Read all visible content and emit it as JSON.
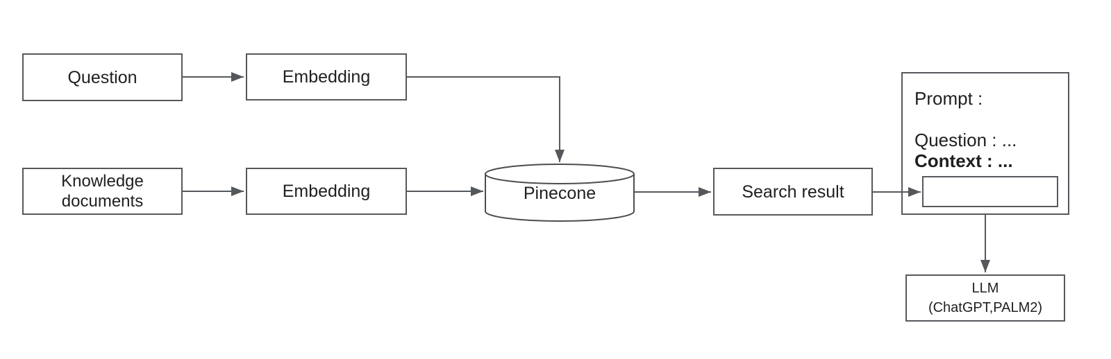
{
  "diagram": {
    "background": "#ffffff",
    "colors": {
      "box_border": "#55585c",
      "connector": "#55585c",
      "arrowhead": "#54575b",
      "text": "#1f1f1f"
    },
    "nodes": {
      "question": {
        "label": "Question"
      },
      "embedding_top": {
        "label": "Embedding"
      },
      "knowledge_documents": {
        "label": "Knowledge documents"
      },
      "embedding_bottom": {
        "label": "Embedding"
      },
      "pinecone": {
        "label": "Pinecone",
        "shape": "cylinder"
      },
      "search_result": {
        "label": "Search result"
      },
      "prompt": {
        "heading": "Prompt :",
        "question_line": "Question : ...",
        "context_line": "Context : ..."
      },
      "llm": {
        "name": "LLM",
        "models": "(ChatGPT,PALM2)"
      }
    },
    "edges": [
      {
        "from": "question",
        "to": "embedding_top"
      },
      {
        "from": "embedding_top",
        "to": "pinecone"
      },
      {
        "from": "knowledge_documents",
        "to": "embedding_bottom"
      },
      {
        "from": "embedding_bottom",
        "to": "pinecone"
      },
      {
        "from": "pinecone",
        "to": "search_result"
      },
      {
        "from": "search_result",
        "to": "prompt"
      },
      {
        "from": "prompt",
        "to": "llm"
      }
    ]
  }
}
